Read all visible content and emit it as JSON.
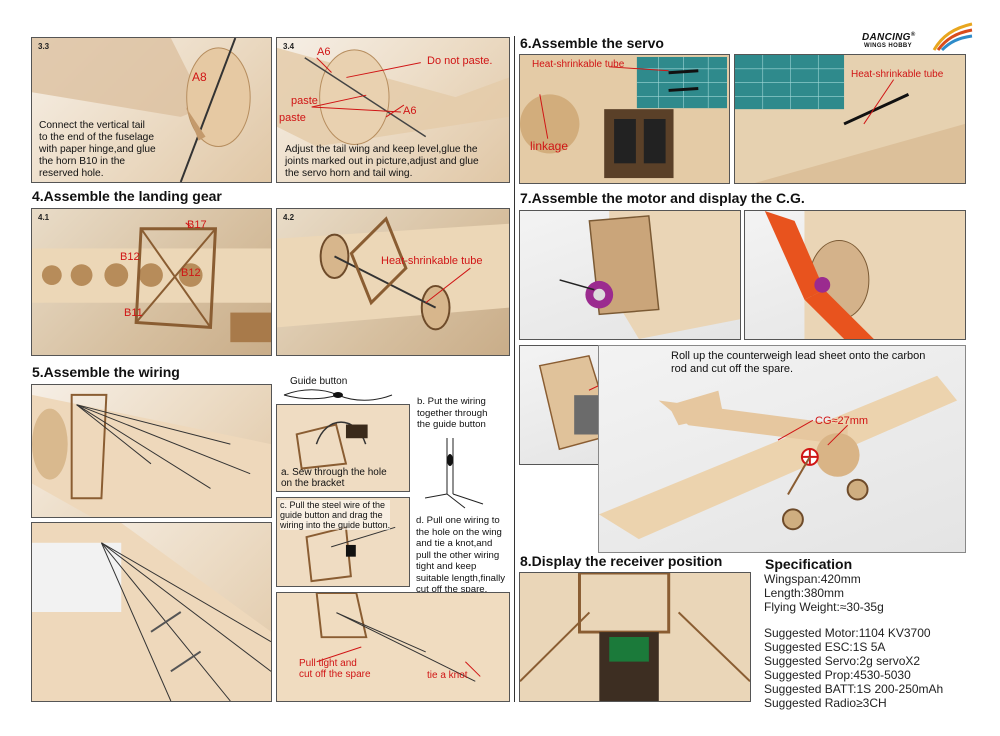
{
  "brand": {
    "line1": "DANCING",
    "mark": "®",
    "line2": "WINGS HOBBY"
  },
  "step_3_3": {
    "num": "3.3",
    "label_a8": "A8",
    "caption": [
      "Connect the vertical tail",
      "to the end of the fuselage",
      "with paper hinge,and glue",
      "the horn B10 in the",
      "reserved hole."
    ]
  },
  "step_3_4": {
    "num": "3.4",
    "label_a6_top": "A6",
    "label_do_not_paste": "Do not paste.",
    "label_paste_1": "paste",
    "label_paste_2": "paste",
    "label_a6_mid": "A6",
    "caption": [
      "Adjust the tail wing and keep level,glue the",
      "joints marked out in picture,adjust and glue",
      "the servo horn and tail wing."
    ]
  },
  "section_4": {
    "title": "4.Assemble the landing gear"
  },
  "step_4_1": {
    "num": "4.1",
    "labels": [
      "B17",
      "B12",
      "B12",
      "B11"
    ]
  },
  "step_4_2": {
    "num": "4.2",
    "label_tube": "Heat-shrinkable tube"
  },
  "section_5": {
    "title": "5.Assemble the wiring"
  },
  "wiring": {
    "guide_button": "Guide button",
    "step_b": [
      "b. Put the wiring",
      "together through",
      "the guide button"
    ],
    "step_a": [
      "a. Sew through the hole",
      "on the bracket"
    ],
    "step_c": [
      "c. Pull the steel wire of the",
      "guide button and drag the",
      "wiring into the guide button."
    ],
    "step_d": [
      "d. Pull one wiring to",
      "the hole on the wing",
      "and tie a knot,and",
      "pull the other wiring",
      "tight and keep",
      "suitable length,finally",
      "cut off the spare."
    ],
    "pull_tight": [
      "Pull tight and",
      "cut off the spare"
    ],
    "tie_knot": "tie a knot"
  },
  "section_6": {
    "title": "6.Assemble the servo",
    "label_tube_left": "Heat-shrinkable tube",
    "label_linkage": "linkage",
    "label_tube_right": "Heat-shrinkable tube"
  },
  "section_7": {
    "title": "7.Assemble the motor and display the C.G.",
    "counterweight": [
      "Roll up the counterweigh lead sheet onto the carbon",
      "rod and cut off the spare."
    ],
    "cg_label": "CG≈27mm"
  },
  "section_8": {
    "title": "8.Display the receiver position"
  },
  "spec": {
    "title": "Specification",
    "lines": [
      "Wingspan:420mm",
      "Length:380mm",
      "Flying Weight:≈30-35g"
    ],
    "suggested": [
      "Suggested Motor:1104 KV3700",
      "Suggested ESC:1S 5A",
      "Suggested Servo:2g servoX2",
      "Suggested Prop:4530-5030",
      "Suggested BATT:1S 200-250mAh",
      "Suggested Radio≥3CH"
    ]
  },
  "colors": {
    "label_red": "#d01515",
    "balsa": "#e3cdb2",
    "prop_orange": "#e8531e"
  }
}
